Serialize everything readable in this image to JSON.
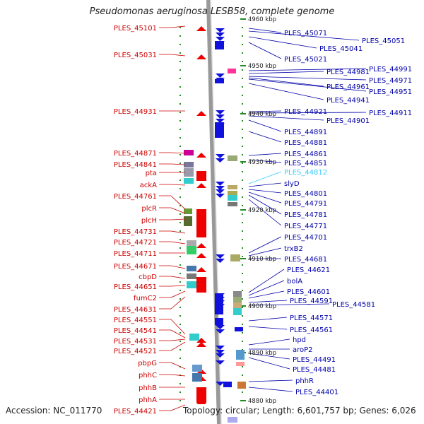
{
  "title": "Pseudomonas aeruginosa LESB58, complete genome",
  "footer": {
    "accession": "Accession: NC_011770",
    "topology": "Topology: circular; Length: 6,601,757 bp; Genes: 6,026"
  },
  "colors": {
    "left_label": "#cc0000",
    "right_label": "#0000aa",
    "highlight_label": "#33ccff",
    "forward_gene": "#ee0000",
    "reverse_gene": "#1111dd",
    "backbone": "#999999",
    "tick": "#228b22"
  },
  "scale_labels": [
    "4960 kbp",
    "4950 kbp",
    "4940 kbp",
    "4930 kbp",
    "4920 kbp",
    "4910 kbp",
    "4900 kbp",
    "4890 kbp",
    "4880 kbp"
  ],
  "left_labels": [
    "PLES_45101",
    "PLES_45031",
    "PLES_44931",
    "PLES_44871",
    "PLES_44841",
    "pta",
    "ackA",
    "PLES_44761",
    "plcR",
    "plcH",
    "PLES_44731",
    "PLES_44721",
    "PLES_44711",
    "PLES_44671",
    "cbpD",
    "PLES_44651",
    "fumC2",
    "PLES_44631",
    "PLES_44551",
    "PLES_44541",
    "PLES_44531",
    "PLES_44521",
    "pbpG",
    "phhC",
    "phhB",
    "phhA",
    "PLES_44421"
  ],
  "right_labels": [
    "PLES_45071",
    "PLES_45051",
    "PLES_45041",
    "PLES_45021",
    "PLES_44991",
    "PLES_44981",
    "PLES_44971",
    "PLES_44961",
    "PLES_44951",
    "PLES_44941",
    "PLES_44921",
    "PLES_44911",
    "PLES_44901",
    "PLES_44891",
    "PLES_44881",
    "PLES_44861",
    "PLES_44851",
    "PLES_44812",
    "slyD",
    "PLES_44801",
    "PLES_44791",
    "PLES_44781",
    "PLES_44771",
    "PLES_44701",
    "trxB2",
    "PLES_44681",
    "PLES_44621",
    "bolA",
    "PLES_44601",
    "PLES_44591",
    "PLES_44581",
    "PLES_44571",
    "PLES_44561",
    "hpd",
    "aroP2",
    "PLES_44491",
    "PLES_44481",
    "phhR",
    "PLES_44401"
  ],
  "highlighted_label": "PLES_44812"
}
